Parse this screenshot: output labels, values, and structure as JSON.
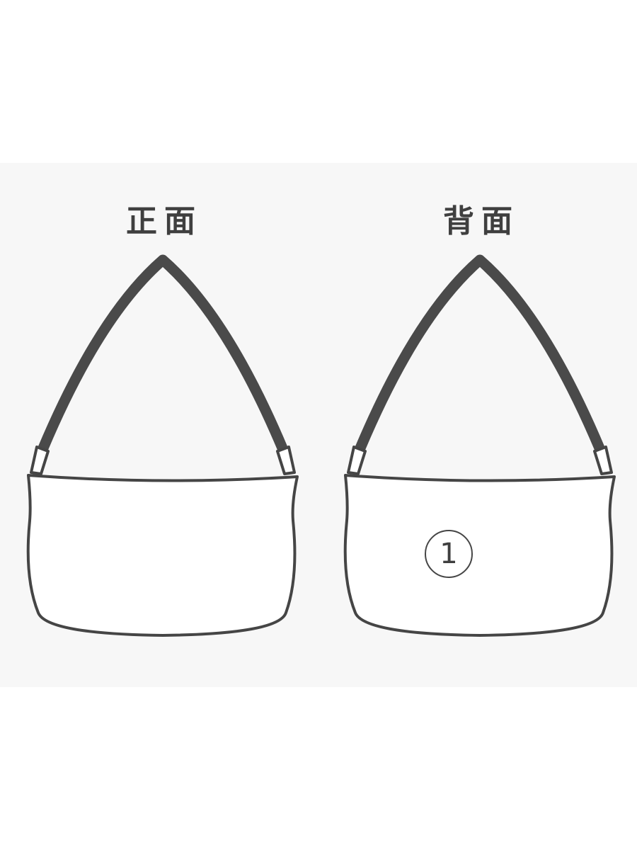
{
  "views": {
    "front": {
      "label": "正面"
    },
    "back": {
      "label": "背面",
      "marker": "1"
    }
  },
  "colors": {
    "outline": "#454545",
    "strap": "#4a4a4a",
    "panel": "#f7f7f7",
    "bag_fill": "#ffffff"
  }
}
